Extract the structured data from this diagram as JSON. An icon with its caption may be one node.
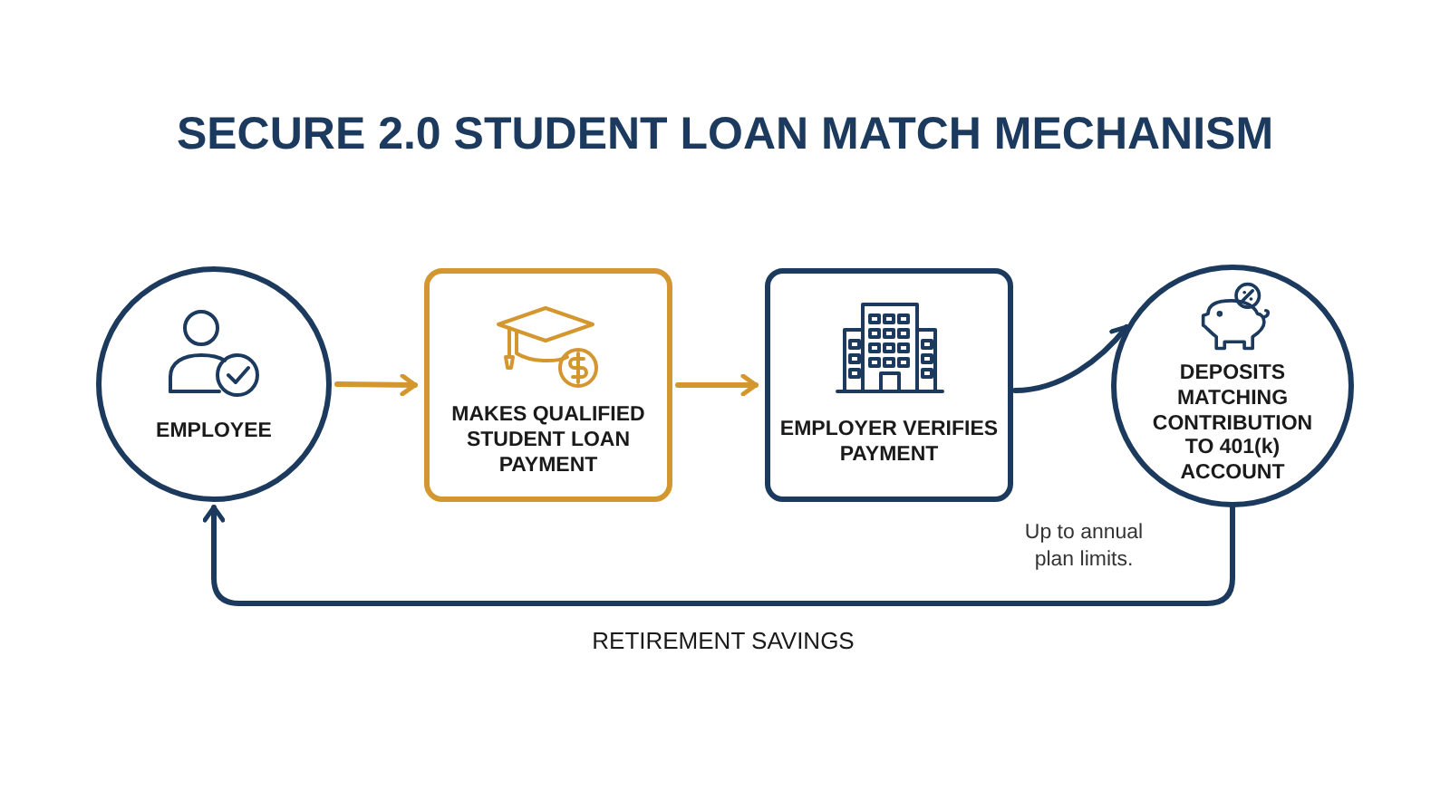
{
  "diagram": {
    "title": "SECURE 2.0 STUDENT LOAN MATCH MECHANISM",
    "nodes": [
      {
        "text": [
          "EMPLOYEE"
        ]
      },
      {
        "text": [
          "MAKES QUALIFIED STUDENT LOAN PAYMENT"
        ]
      },
      {
        "text": [
          "EMPLOYER VERIFIES PAYMENT"
        ]
      },
      {
        "text": [
          "DEPOSITS MATCHING CONTRIBUTION TO 401(k) ACCOUNT"
        ]
      }
    ],
    "edges": [
      {
        "from": 0,
        "to": 1,
        "arrow": "to",
        "color": "#d4962e"
      },
      {
        "from": 1,
        "to": 2,
        "arrow": "to",
        "color": "#d4962e"
      },
      {
        "from": 2,
        "to": 3,
        "arrow": "to",
        "color": "#1b3a5e"
      },
      {
        "from": 3,
        "to": 0,
        "arrow": "to",
        "label": "RETIREMENT SAVINGS",
        "color": "#1b3a5e"
      }
    ],
    "labels": [
      "Up to annual plan limits."
    ]
  }
}
